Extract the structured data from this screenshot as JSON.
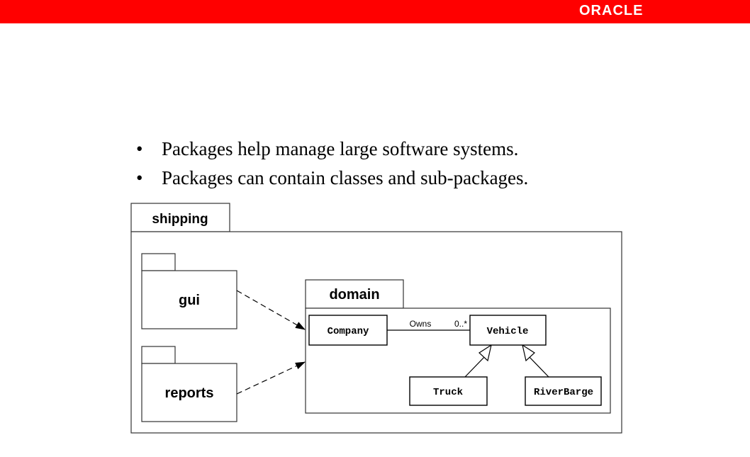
{
  "header": {
    "logo_text": "ORACLE",
    "bar_color": "#ff0000"
  },
  "bullets": [
    {
      "marker": "•",
      "text": "Packages help manage large software systems."
    },
    {
      "marker": "•",
      "text": "Packages can contain classes and sub-packages."
    }
  ],
  "diagram": {
    "outer_package": "shipping",
    "packages": {
      "gui": "gui",
      "reports": "reports",
      "domain": "domain"
    },
    "classes": {
      "company": "Company",
      "vehicle": "Vehicle",
      "truck": "Truck",
      "riverbarge": "RiverBarge"
    },
    "association": {
      "label": "Owns",
      "multiplicity": "0..*"
    }
  }
}
